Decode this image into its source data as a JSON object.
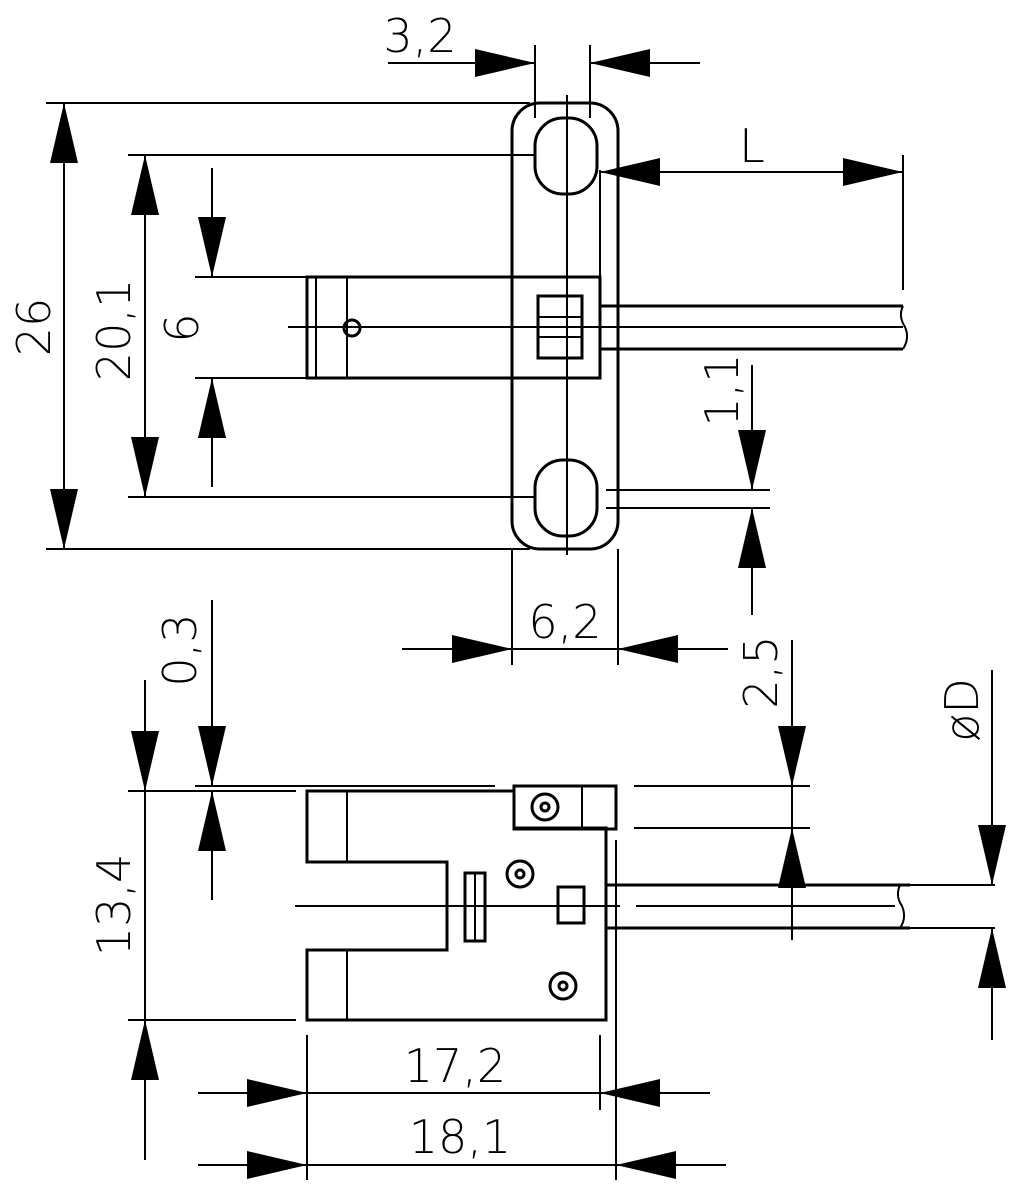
{
  "drawing": {
    "dimensions": {
      "width_slot": "3,2",
      "length_L": "L",
      "height_total": "26",
      "hole_spacing": "20,1",
      "slot_width": "6",
      "cable_offset": "1,1",
      "flange_width": "6,2",
      "top_offset": "0,3",
      "cable_height": "2,5",
      "diameter": "øD",
      "side_height": "13,4",
      "body_length": "17,2",
      "overall_length": "18,1"
    }
  }
}
